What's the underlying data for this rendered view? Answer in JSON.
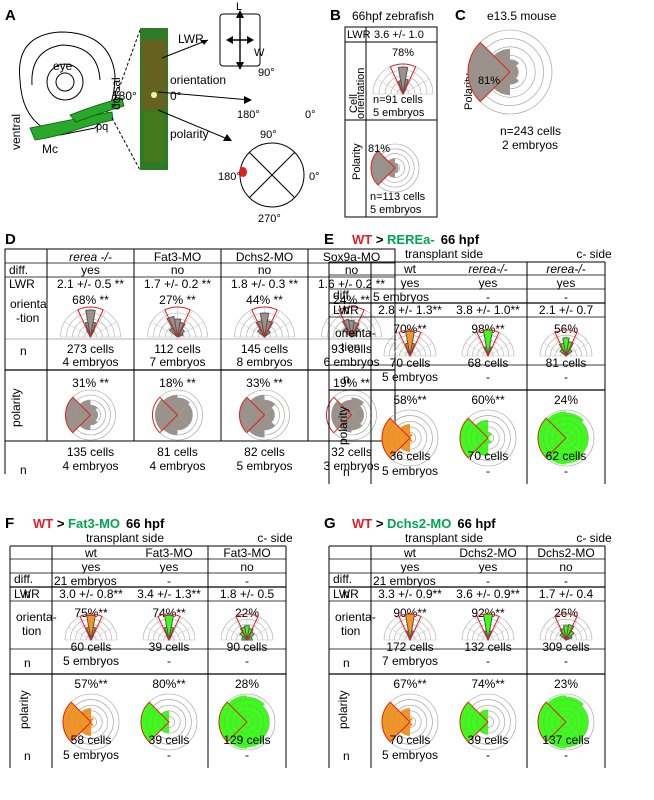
{
  "colors": {
    "wt": "#e21f26",
    "green_label": "#00a651",
    "orange": "#f7941d",
    "green": "#39ff14",
    "grey": "#9a928a",
    "red": "#e0201b"
  },
  "A": {
    "letter": "A",
    "eye": "eye",
    "dorsal": "dorsal",
    "ventral": "ventral",
    "mc": "Mc",
    "pq": "pq",
    "lwr": "LWR",
    "L": "L",
    "W": "W",
    "orientation": "orientation",
    "polarity": "polarity",
    "a180": "180°",
    "a0": "0°",
    "a90": "90°",
    "a270": "270°"
  },
  "B": {
    "letter": "B",
    "title": "66hpf zebrafish",
    "lwr": "LWR",
    "lwr_val": "3.6 +/- 1.0",
    "orient_label1": "Cell",
    "orient_label2": "orientation",
    "orient_pct": "78%",
    "orient_n1": "n=91 cells",
    "orient_n2": "5 embryos",
    "polarity_label": "Polarity",
    "polarity_pct": "81%",
    "polarity_n1": "n=113 cells",
    "polarity_n2": "5 embryos"
  },
  "C": {
    "letter": "C",
    "title": "e13.5 mouse",
    "polarity_label": "Polarity",
    "pct": "81%",
    "n1": "n=243 cells",
    "n2": "2 embryos"
  },
  "D": {
    "letter": "D",
    "row_diff": "diff.",
    "row_lwr": "LWR",
    "row_orient1": "orienta",
    "row_orient2": "-tion",
    "row_n": "n",
    "row_polarity": "polarity",
    "columns": [
      {
        "name": "rerea -/-",
        "diff": "yes",
        "lwr": "2.1 +/- 0.5 **",
        "opct": "68% **",
        "on1": "273 cells",
        "on2": "4 embryos",
        "ppct": "31% **",
        "pn1": "135 cells",
        "pn2": "4 embryos"
      },
      {
        "name": "Fat3-MO",
        "diff": "no",
        "lwr": "1.7 +/- 0.2 **",
        "opct": "27% **",
        "on1": "112 cells",
        "on2": "7 embryos",
        "ppct": "18% **",
        "pn1": "81 cells",
        "pn2": "4 embryos"
      },
      {
        "name": "Dchs2-MO",
        "diff": "no",
        "lwr": "1.8 +/- 0.3 **",
        "opct": "44% **",
        "on1": "145 cells",
        "on2": "8 embryos",
        "ppct": "33% **",
        "pn1": "82 cells",
        "pn2": "5 embryos"
      },
      {
        "name": "Sox9a-MO",
        "diff": "no",
        "lwr": "1.6 +/- 0.2 **",
        "opct": "24% **",
        "on1": "93 cells",
        "on2": "6 embryos",
        "ppct": "19% **",
        "pn1": "32 cells",
        "pn2": "3 embryos"
      }
    ]
  },
  "E": {
    "letter": "E",
    "wt": "WT",
    "gt": " > ",
    "mut": "REREa-",
    "stage": "66 hpf",
    "transplant": "transplant side",
    "cside": "c- side",
    "row_diff": "diff.",
    "row_n": "n",
    "row_lwr": "LWR",
    "row_orient1": "orienta-",
    "row_orient2": "tion",
    "row_polarity": "polarity",
    "columns": [
      {
        "name": "wt",
        "diff": "yes",
        "n": "5 embryos",
        "lwr": "2.8 +/- 1.3**",
        "opct": "70%**",
        "on1": "70 cells",
        "on2": "5 embryos",
        "ppct": "58%**",
        "pn1": "36 cells",
        "pn2": "5 embryos"
      },
      {
        "name": "rerea-/-",
        "diff": "yes",
        "n": "-",
        "lwr": "3.8 +/- 1.0**",
        "opct": "98%**",
        "on1": "68 cells",
        "on2": "-",
        "ppct": "60%**",
        "pn1": "70 cells",
        "pn2": "-"
      },
      {
        "name": "rerea-/-",
        "diff": "yes",
        "n": "-",
        "lwr": "2.1 +/- 0.7",
        "opct": "56%",
        "on1": "81 cells",
        "on2": "-",
        "ppct": "24%",
        "pn1": "62 cells",
        "pn2": "-"
      }
    ]
  },
  "F": {
    "letter": "F",
    "wt": "WT",
    "gt": " > ",
    "mut": "Fat3-MO",
    "stage": "66 hpf",
    "transplant": "transplant side",
    "cside": "c- side",
    "row_diff": "diff.",
    "row_n": "n",
    "row_lwr": "LWR",
    "row_orient1": "orienta-",
    "row_orient2": "tion",
    "row_polarity": "polarity",
    "columns": [
      {
        "name": "wt",
        "diff": "yes",
        "n": "21 embryos",
        "lwr": "3.0 +/- 0.8**",
        "opct": "75%**",
        "on1": "60 cells",
        "on2": "5 embryos",
        "ppct": "57%**",
        "pn1": "58 cells",
        "pn2": "5 embryos"
      },
      {
        "name": "Fat3-MO",
        "diff": "yes",
        "n": "-",
        "lwr": "3.4 +/- 1.3**",
        "opct": "74%**",
        "on1": "39 cells",
        "on2": "-",
        "ppct": "80%**",
        "pn1": "39 cells",
        "pn2": "-"
      },
      {
        "name": "Fat3-MO",
        "diff": "no",
        "n": "-",
        "lwr": "1.8 +/- 0.5",
        "opct": "22%",
        "on1": "90 cells",
        "on2": "-",
        "ppct": "28%",
        "pn1": "129 cells",
        "pn2": "-"
      }
    ]
  },
  "G": {
    "letter": "G",
    "wt": "WT",
    "gt": " > ",
    "mut": "Dchs2-MO",
    "stage": "66 hpf",
    "transplant": "transplant side",
    "cside": "c- side",
    "row_diff": "diff.",
    "row_n": "n",
    "row_lwr": "LWR",
    "row_orient1": "orienta-",
    "row_orient2": "tion",
    "row_polarity": "polarity",
    "columns": [
      {
        "name": "wt",
        "diff": "yes",
        "n": "21 embryos",
        "lwr": "3.3 +/- 0.9**",
        "opct": "90%**",
        "on1": "172 cells",
        "on2": "7 embryos",
        "ppct": "67%**",
        "pn1": "70 cells",
        "pn2": "5 embryos"
      },
      {
        "name": "Dchs2-MO",
        "diff": "yes",
        "n": "-",
        "lwr": "3.6 +/- 0.9**",
        "opct": "92%**",
        "on1": "132 cells",
        "on2": "-",
        "ppct": "74%**",
        "pn1": "39 cells",
        "pn2": "-"
      },
      {
        "name": "Dchs2-MO",
        "diff": "no",
        "n": "-",
        "lwr": "1.7 +/- 0.4",
        "opct": "26%",
        "on1": "309 cells",
        "on2": "-",
        "ppct": "23%",
        "pn1": "137 cells",
        "pn2": "-"
      }
    ]
  }
}
